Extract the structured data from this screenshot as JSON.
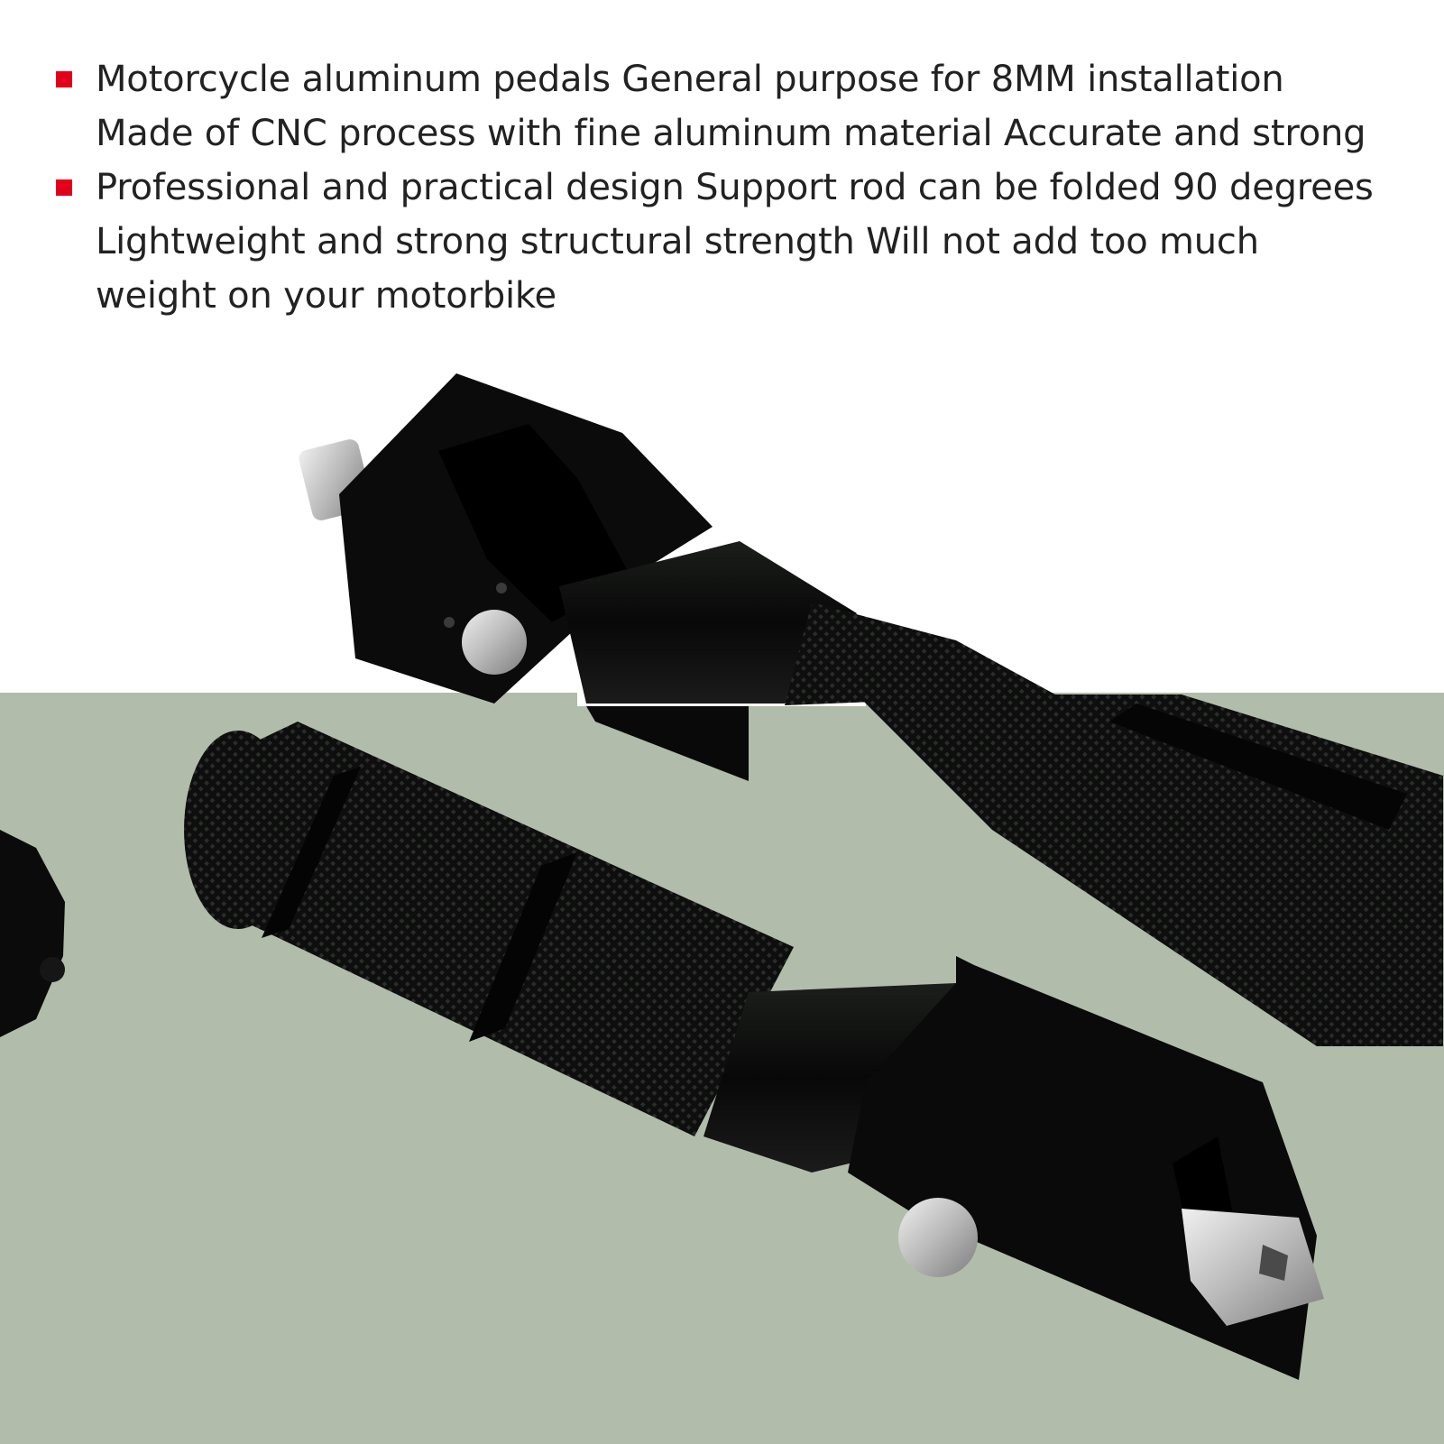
{
  "colors": {
    "bullet": "#e3001b",
    "text": "#222222",
    "background_top": "#ffffff",
    "background_bottom": "#b1bcab",
    "pedal_body": "#0b0c0b",
    "steel": "#c8c8c8"
  },
  "features": [
    {
      "icon": "square-bullet-icon",
      "lines": [
        "Motorcycle aluminum pedals General purpose for 8MM installation",
        "Made of CNC process with fine aluminum material Accurate and strong"
      ]
    },
    {
      "icon": "square-bullet-icon",
      "lines": [
        "Professional and practical design Support rod can be folded 90 degrees",
        "Lightweight and strong structural strength Will not add too much",
        "weight on your motorbike"
      ]
    }
  ]
}
